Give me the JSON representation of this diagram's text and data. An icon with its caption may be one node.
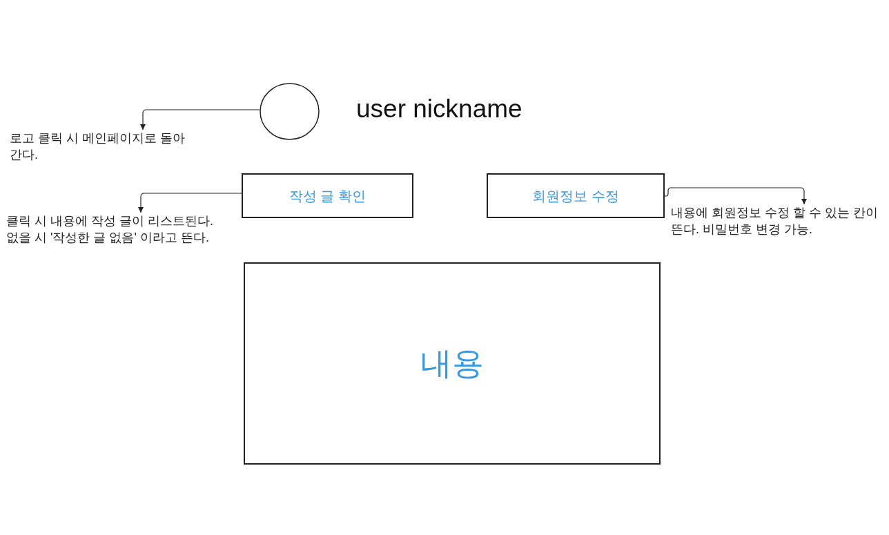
{
  "diagram": {
    "nodes": [
      {
        "text": [],
        "shape": "circle"
      },
      {
        "text": [
          "로고 클릭 시 메인페이지로 돌아간다."
        ]
      },
      {
        "text": [
          "작성 글 확인"
        ]
      },
      {
        "text": [
          "클릭 시 내용에 작성 글이 리스트된다. 없을 시 '작성한 글 없음' 이라고 뜬다."
        ]
      },
      {
        "text": [
          "회원정보 수정"
        ]
      },
      {
        "text": [
          "내용에 회원정보 수정 할 수 있는 칸이 뜬다. 비밀번호 변경 가능."
        ]
      },
      {
        "text": [
          "내용"
        ]
      }
    ],
    "edges": [
      {
        "from": 0,
        "to": 1,
        "arrow": "to"
      },
      {
        "from": 2,
        "to": 3,
        "arrow": "to"
      },
      {
        "from": 4,
        "to": 5,
        "arrow": "to"
      }
    ],
    "labels": [
      "user nickname"
    ]
  }
}
